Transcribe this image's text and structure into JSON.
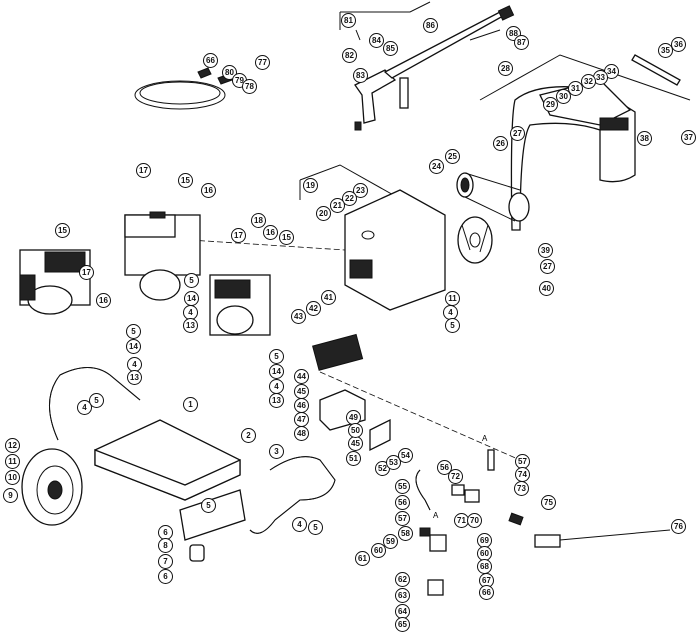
{
  "diagram": {
    "type": "exploded-parts-diagram",
    "callouts": [
      "81",
      "86",
      "88",
      "87",
      "82",
      "84",
      "85",
      "83",
      "66",
      "77",
      "80",
      "79",
      "78",
      "36",
      "35",
      "28",
      "34",
      "33",
      "32",
      "31",
      "30",
      "29",
      "38",
      "37",
      "27",
      "26",
      "25",
      "24",
      "19",
      "23",
      "22",
      "21",
      "20",
      "17",
      "15",
      "16",
      "18",
      "17",
      "16",
      "15",
      "15",
      "17",
      "16",
      "39",
      "27",
      "40",
      "41",
      "42",
      "43",
      "11",
      "4",
      "5",
      "5",
      "14",
      "4",
      "13",
      "5",
      "14",
      "4",
      "13",
      "5",
      "14",
      "4",
      "13",
      "4",
      "5",
      "1",
      "12",
      "2",
      "3",
      "11",
      "10",
      "9",
      "5",
      "6",
      "8",
      "7",
      "6",
      "4",
      "5",
      "44",
      "45",
      "46",
      "47",
      "48",
      "45",
      "51",
      "49",
      "50",
      "52",
      "53",
      "54",
      "57",
      "74",
      "73",
      "56",
      "72",
      "55",
      "71",
      "70",
      "56",
      "57",
      "75",
      "76",
      "58",
      "69",
      "59",
      "60",
      "60",
      "61",
      "68",
      "67",
      "62",
      "66",
      "63",
      "64",
      "65"
    ],
    "connection_marks": [
      "A",
      "A"
    ]
  }
}
